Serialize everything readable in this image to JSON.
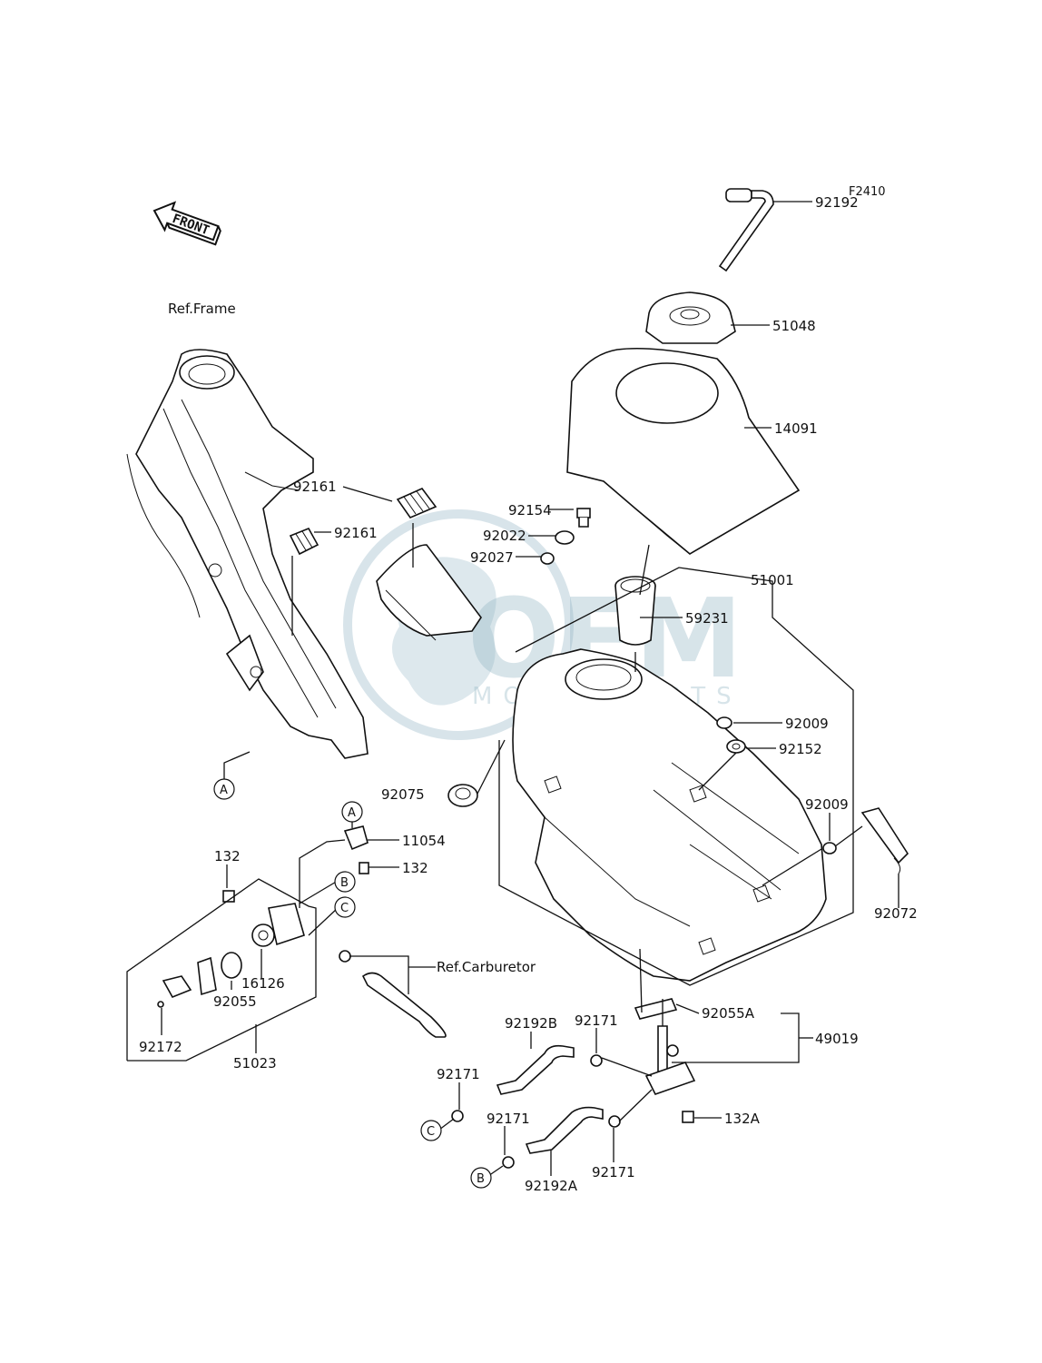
{
  "diagram_code": "F2410",
  "front_label": "FRONT",
  "watermark": {
    "main": "OEM",
    "sub": "MOTORPARTS"
  },
  "ref_frame": "Ref.Frame",
  "ref_carburetor": "Ref.Carburetor",
  "parts": {
    "p92192": "92192",
    "p51048": "51048",
    "p14091": "14091",
    "p92161a": "92161",
    "p92161b": "92161",
    "p92154": "92154",
    "p92022": "92022",
    "p92027": "92027",
    "p51001": "51001",
    "p59231": "59231",
    "p92009a": "92009",
    "p92152": "92152",
    "p92075": "92075",
    "p92009b": "92009",
    "p92072": "92072",
    "p11054": "11054",
    "p132a": "132",
    "p132b": "132",
    "p16126": "16126",
    "p92055": "92055",
    "p92172": "92172",
    "p51023": "51023",
    "p92192B": "92192B",
    "p92171a": "92171",
    "p92055A": "92055A",
    "p49019": "49019",
    "p92171b": "92171",
    "p132A": "132A",
    "p92171c": "92171",
    "p92171d": "92171",
    "p92192A": "92192A"
  },
  "ref_letters": {
    "A1": "A",
    "A2": "A",
    "B1": "B",
    "B2": "B",
    "C1": "C",
    "C2": "C"
  }
}
